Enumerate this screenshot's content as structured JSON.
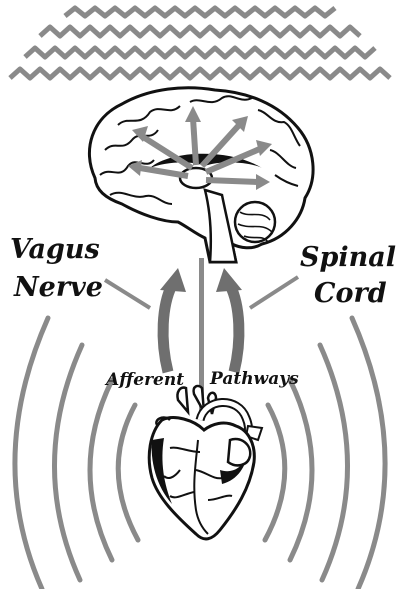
{
  "labels": {
    "vagus_line1": "Vagus",
    "vagus_line2": "Nerve",
    "spinal_line1": "Spinal",
    "spinal_line2": "Cord",
    "afferent": "Afferent",
    "pathways": "Pathways"
  },
  "icons": {
    "brain": "brain-icon",
    "heart": "heart-icon",
    "waves_top": "zigzag-wave-icon",
    "waves_heart": "concentric-arc-icon"
  },
  "colors": {
    "ink": "#111111",
    "arrow_gray": "#8a8a8a",
    "arrow_dark": "#6f6f6f",
    "background": "#ffffff"
  }
}
